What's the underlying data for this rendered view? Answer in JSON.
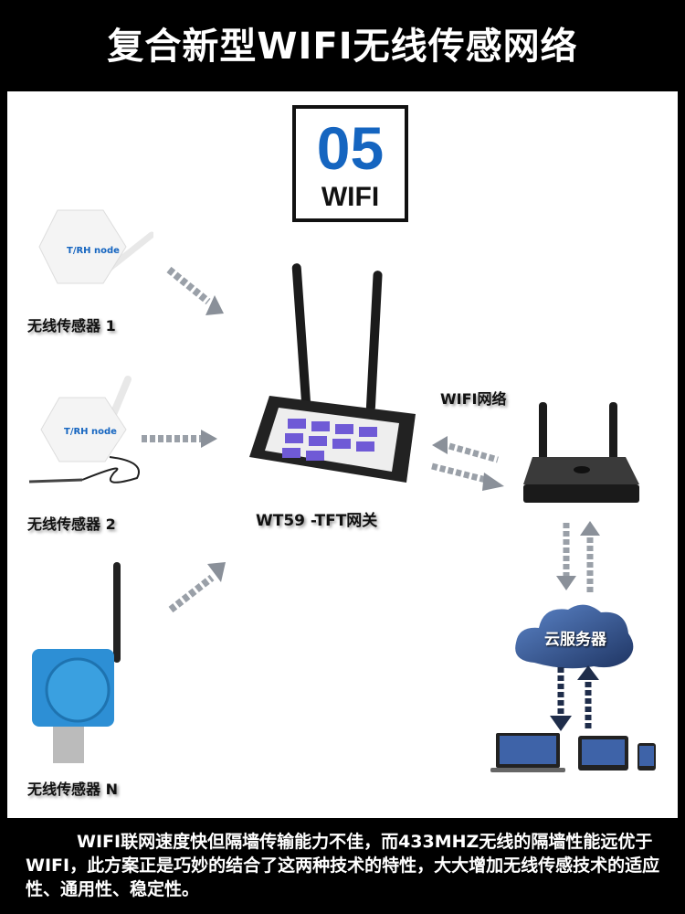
{
  "title": "复合新型WIFI无线传感网络",
  "badge": {
    "number": "05",
    "label": "WIFI"
  },
  "sensors": [
    {
      "label": "无线传感器 1",
      "brand": "T/RH node"
    },
    {
      "label": "无线传感器 2",
      "brand": "T/RH node"
    },
    {
      "label": "无线传感器 N"
    }
  ],
  "gateway": {
    "label": "WT59 -TFT网关"
  },
  "wifi": {
    "label": "WIFI网络"
  },
  "cloud": {
    "label": "云服务器"
  },
  "description": "WIFI联网速度快但隔墙传输能力不佳，而433MHZ无线的隔墙性能远优于WIFI，此方案正是巧妙的结合了这两种技术的特性，大大增加无线传感技术的适应性、通用性、稳定性。",
  "colors": {
    "accent": "#1565c0",
    "cloud": "#3a5f9e",
    "arrow": "#8a9099"
  }
}
